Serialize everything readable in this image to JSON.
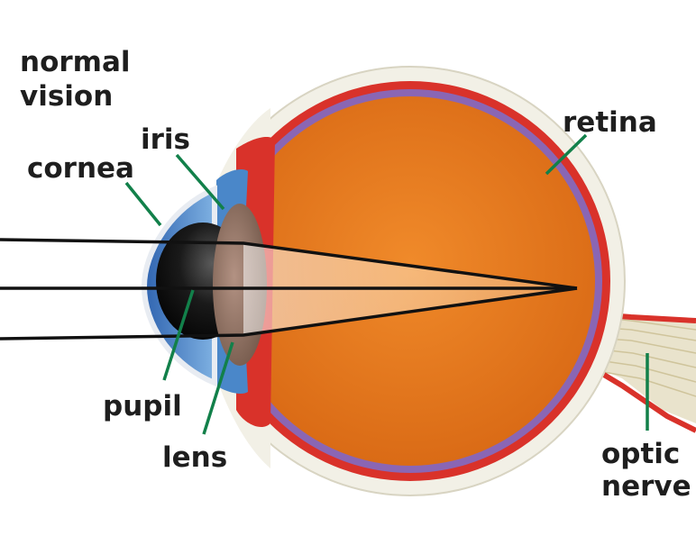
{
  "title": {
    "line1": "normal",
    "line2": "vision"
  },
  "labels": {
    "iris": "iris",
    "cornea": "cornea",
    "retina": "retina",
    "pupil": "pupil",
    "lens": "lens",
    "optic_nerve_line1": "optic",
    "optic_nerve_line2": "nerve"
  },
  "colors": {
    "background": "#ffffff",
    "sclera": "#f2f0e6",
    "choroid": "#d9322a",
    "retina": "#8a66b4",
    "vitreous": "#e0741c",
    "iris": "#4a87c9",
    "pupil": "#141414",
    "lens": "#8a6c5c",
    "light_rays": "#111111",
    "leader_lines": "#12804a",
    "nerve_fibers": "#efe7c7"
  }
}
